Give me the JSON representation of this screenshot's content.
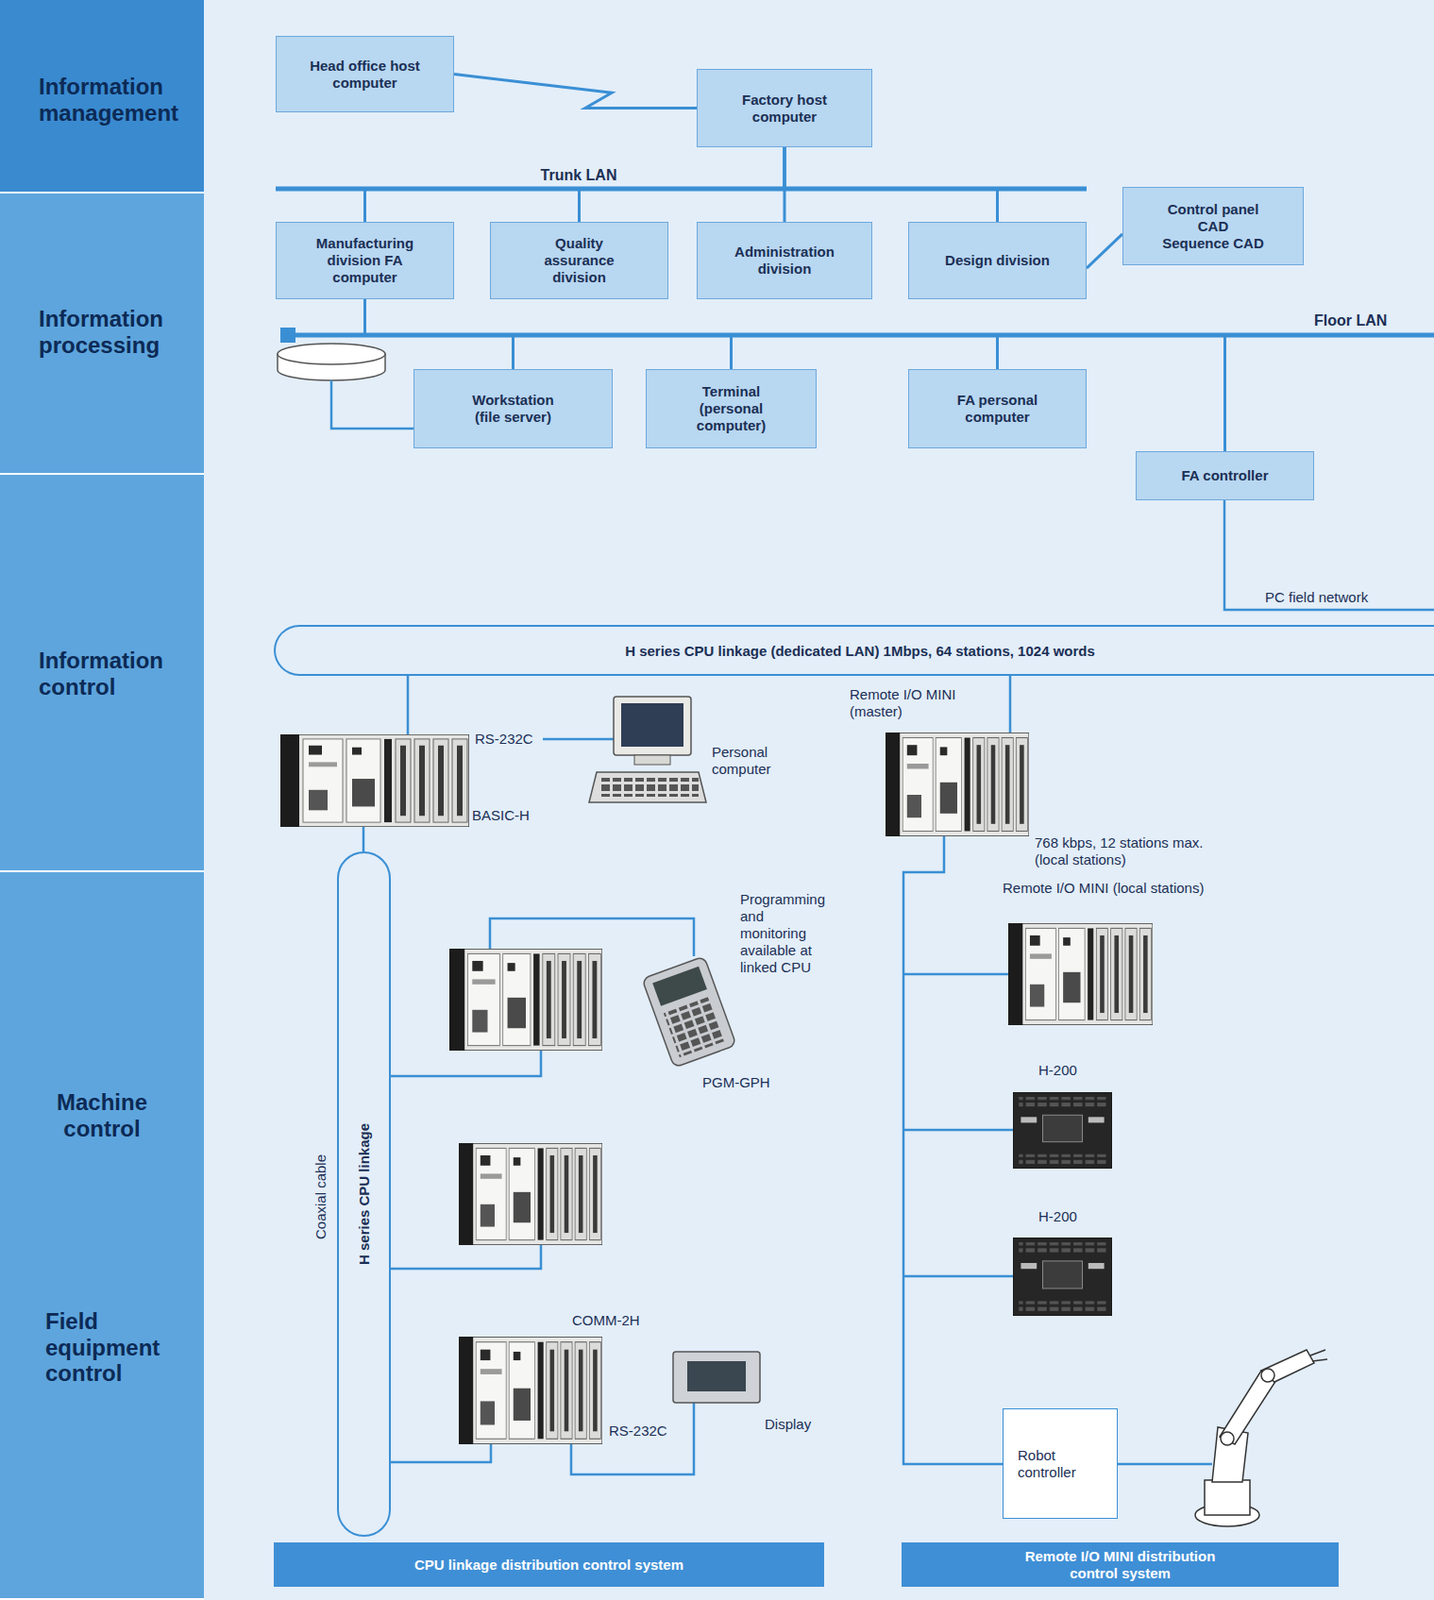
{
  "diagram": {
    "nodes": [
      {
        "text": [
          "Information management"
        ]
      },
      {
        "text": [
          "Information processing"
        ]
      },
      {
        "text": [
          "Information control"
        ]
      },
      {
        "text": [
          "Machine control",
          "Field equipment control"
        ]
      },
      {
        "text": [
          "Head office host computer"
        ]
      },
      {
        "text": [
          "Factory host computer"
        ]
      },
      {
        "text": [
          "Manufacturing division FA computer"
        ]
      },
      {
        "text": [
          "Quality assurance division"
        ]
      },
      {
        "text": [
          "Administration division"
        ]
      },
      {
        "text": [
          "Design division"
        ]
      },
      {
        "text": [
          "Control panel CAD",
          "Sequence CAD"
        ]
      },
      {
        "text": [
          "Workstation (file server)"
        ]
      },
      {
        "text": [
          "Terminal (personal computer)"
        ]
      },
      {
        "text": [
          "FA personal computer"
        ]
      },
      {
        "text": [
          "FA controller"
        ]
      },
      {
        "text": [
          "H series CPU linkage (dedicated LAN) 1Mbps, 64 stations, 1024 words"
        ]
      },
      {
        "text": [
          "H series CPU linkage"
        ]
      },
      {
        "text": [
          "Robot controller"
        ]
      },
      {
        "text": [
          "CPU linkage distribution control system"
        ]
      },
      {
        "text": [
          "Remote I/O MINI distribution control system"
        ]
      }
    ],
    "edges": [
      {
        "from": 4,
        "to": 5,
        "arrow": "none"
      },
      {
        "from": 5,
        "to": 6,
        "arrow": "none"
      },
      {
        "from": 5,
        "to": 7,
        "arrow": "none"
      },
      {
        "from": 5,
        "to": 8,
        "arrow": "none"
      },
      {
        "from": 5,
        "to": 9,
        "arrow": "none"
      },
      {
        "from": 9,
        "to": 10,
        "arrow": "none"
      },
      {
        "from": 6,
        "to": 11,
        "arrow": "none"
      },
      {
        "from": 6,
        "to": 12,
        "arrow": "none"
      },
      {
        "from": 6,
        "to": 13,
        "arrow": "none"
      },
      {
        "from": 6,
        "to": 14,
        "arrow": "none"
      }
    ],
    "labels": [
      "Trunk LAN",
      "Floor LAN",
      "PC field network",
      "RS-232C",
      "BASIC-H",
      "Personal computer",
      "Remote I/O MINI (master)",
      "768 kbps, 12 stations max. (local stations)",
      "Remote I/O MINI (local stations)",
      "Programming and monitoring available at linked CPU",
      "PGM-GPH",
      "H-200",
      "H-200",
      "COMM-2H",
      "RS-232C",
      "Display",
      "Coaxial cable"
    ]
  }
}
